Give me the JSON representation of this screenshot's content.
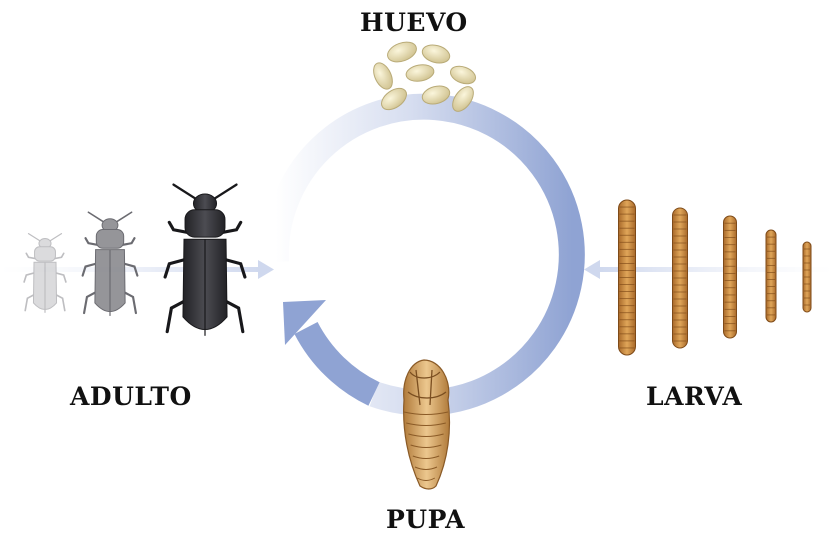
{
  "stages": {
    "egg": "HUEVO",
    "larva": "LARVA",
    "pupa": "PUPA",
    "adult": "ADULTO"
  },
  "colors": {
    "cycle": "#8fa3d3",
    "cycle_light": "#dfe6f4",
    "egg": "#e6dcb2",
    "larva": "#c98a3c",
    "pupa": "#cf9e5c",
    "adult": "#3a3a3e"
  }
}
